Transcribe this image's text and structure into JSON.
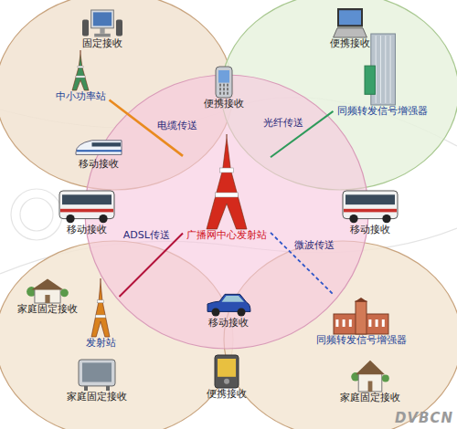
{
  "diagram": {
    "nodes": [
      {
        "text": [
          "固定接收"
        ]
      },
      {
        "text": [
          "便携接收"
        ]
      },
      {
        "text": [
          "中小功率站"
        ]
      },
      {
        "text": [
          "便携接收"
        ]
      },
      {
        "text": [
          "同频转发信号增强器"
        ]
      },
      {
        "text": [
          "移动接收"
        ]
      },
      {
        "text": [
          "广播网中心发射站"
        ]
      },
      {
        "text": [
          "移动接收"
        ]
      },
      {
        "text": [
          "移动接收"
        ]
      },
      {
        "text": [
          "家庭固定接收"
        ]
      },
      {
        "text": [
          "发射站"
        ]
      },
      {
        "text": [
          "移动接收"
        ]
      },
      {
        "text": [
          "同频转发信号增强器"
        ]
      },
      {
        "text": [
          "家庭固定接收"
        ]
      },
      {
        "text": [
          "便携接收"
        ]
      },
      {
        "text": [
          "家庭固定接收"
        ]
      }
    ],
    "edges": [
      {
        "from": 6,
        "to": 2,
        "label": "电缆传送",
        "arrow": "none"
      },
      {
        "from": 6,
        "to": 4,
        "label": "光纤传送",
        "arrow": "none"
      },
      {
        "from": 6,
        "to": 10,
        "label": "ADSL传送",
        "arrow": "none"
      },
      {
        "from": 6,
        "to": 12,
        "label": "微波传送",
        "arrow": "none"
      }
    ],
    "labels": [
      "DVBCN"
    ]
  }
}
